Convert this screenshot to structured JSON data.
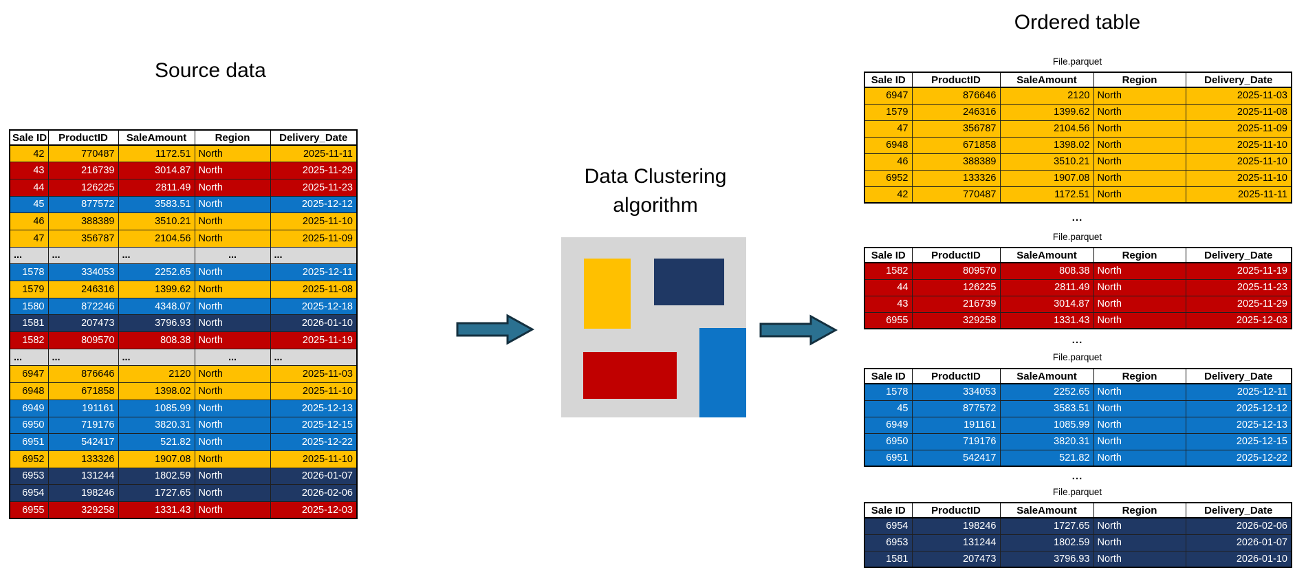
{
  "titles": {
    "source": "Source data",
    "algorithm_line1": "Data Clustering",
    "algorithm_line2": "algorithm",
    "ordered": "Ordered table"
  },
  "columns": [
    "Sale ID",
    "ProductID",
    "SaleAmount",
    "Region",
    "Delivery_Date"
  ],
  "parquet_label": "File.parquet",
  "ellipsis": "...",
  "colors": {
    "yellow": "#FFC000",
    "red": "#C00000",
    "blue": "#0D74C6",
    "blue2": "#0D74C6",
    "navy": "#1F3864",
    "gray": "#D9D9D9",
    "box": "#D6D6D6",
    "arrow_fill": "#2B7191",
    "arrow_stroke": "#14303F"
  },
  "source_table": {
    "rows": [
      {
        "c": "yellow",
        "cells": [
          "42",
          "770487",
          "1172.51",
          "North",
          "2025-11-11"
        ]
      },
      {
        "c": "red",
        "cells": [
          "43",
          "216739",
          "3014.87",
          "North",
          "2025-11-29"
        ]
      },
      {
        "c": "red",
        "cells": [
          "44",
          "126225",
          "2811.49",
          "North",
          "2025-11-23"
        ]
      },
      {
        "c": "blue",
        "cells": [
          "45",
          "877572",
          "3583.51",
          "North",
          "2025-12-12"
        ]
      },
      {
        "c": "yellow",
        "cells": [
          "46",
          "388389",
          "3510.21",
          "North",
          "2025-11-10"
        ]
      },
      {
        "c": "yellow",
        "cells": [
          "47",
          "356787",
          "2104.56",
          "North",
          "2025-11-09"
        ]
      },
      {
        "c": "gray",
        "cells": [
          "...",
          "...",
          "...",
          "...",
          "..."
        ]
      },
      {
        "c": "blue",
        "cells": [
          "1578",
          "334053",
          "2252.65",
          "North",
          "2025-12-11"
        ]
      },
      {
        "c": "yellow",
        "cells": [
          "1579",
          "246316",
          "1399.62",
          "North",
          "2025-11-08"
        ]
      },
      {
        "c": "blue",
        "cells": [
          "1580",
          "872246",
          "4348.07",
          "North",
          "2025-12-18"
        ]
      },
      {
        "c": "navy",
        "cells": [
          "1581",
          "207473",
          "3796.93",
          "North",
          "2026-01-10"
        ]
      },
      {
        "c": "red",
        "cells": [
          "1582",
          "809570",
          "808.38",
          "North",
          "2025-11-19"
        ]
      },
      {
        "c": "gray",
        "cells": [
          "...",
          "...",
          "...",
          "...",
          "..."
        ]
      },
      {
        "c": "yellow",
        "cells": [
          "6947",
          "876646",
          "2120",
          "North",
          "2025-11-03"
        ]
      },
      {
        "c": "yellow",
        "cells": [
          "6948",
          "671858",
          "1398.02",
          "North",
          "2025-11-10"
        ]
      },
      {
        "c": "blue",
        "cells": [
          "6949",
          "191161",
          "1085.99",
          "North",
          "2025-12-13"
        ]
      },
      {
        "c": "blue",
        "cells": [
          "6950",
          "719176",
          "3820.31",
          "North",
          "2025-12-15"
        ]
      },
      {
        "c": "blue",
        "cells": [
          "6951",
          "542417",
          "521.82",
          "North",
          "2025-12-22"
        ]
      },
      {
        "c": "yellow",
        "cells": [
          "6952",
          "133326",
          "1907.08",
          "North",
          "2025-11-10"
        ]
      },
      {
        "c": "navy",
        "cells": [
          "6953",
          "131244",
          "1802.59",
          "North",
          "2026-01-07"
        ]
      },
      {
        "c": "navy",
        "cells": [
          "6954",
          "198246",
          "1727.65",
          "North",
          "2026-02-06"
        ]
      },
      {
        "c": "red",
        "cells": [
          "6955",
          "329258",
          "1331.43",
          "North",
          "2025-12-03"
        ]
      }
    ]
  },
  "ordered_tables": [
    {
      "label": "File.parquet",
      "color": "yellow",
      "rows": [
        [
          "6947",
          "876646",
          "2120",
          "North",
          "2025-11-03"
        ],
        [
          "1579",
          "246316",
          "1399.62",
          "North",
          "2025-11-08"
        ],
        [
          "47",
          "356787",
          "2104.56",
          "North",
          "2025-11-09"
        ],
        [
          "6948",
          "671858",
          "1398.02",
          "North",
          "2025-11-10"
        ],
        [
          "46",
          "388389",
          "3510.21",
          "North",
          "2025-11-10"
        ],
        [
          "6952",
          "133326",
          "1907.08",
          "North",
          "2025-11-10"
        ],
        [
          "42",
          "770487",
          "1172.51",
          "North",
          "2025-11-11"
        ]
      ]
    },
    {
      "label": "File.parquet",
      "color": "red",
      "rows": [
        [
          "1582",
          "809570",
          "808.38",
          "North",
          "2025-11-19"
        ],
        [
          "44",
          "126225",
          "2811.49",
          "North",
          "2025-11-23"
        ],
        [
          "43",
          "216739",
          "3014.87",
          "North",
          "2025-11-29"
        ],
        [
          "6955",
          "329258",
          "1331.43",
          "North",
          "2025-12-03"
        ]
      ]
    },
    {
      "label": "File.parquet",
      "color": "blue",
      "rows": [
        [
          "1578",
          "334053",
          "2252.65",
          "North",
          "2025-12-11"
        ],
        [
          "45",
          "877572",
          "3583.51",
          "North",
          "2025-12-12"
        ],
        [
          "6949",
          "191161",
          "1085.99",
          "North",
          "2025-12-13"
        ],
        [
          "6950",
          "719176",
          "3820.31",
          "North",
          "2025-12-15"
        ],
        [
          "6951",
          "542417",
          "521.82",
          "North",
          "2025-12-22"
        ]
      ]
    },
    {
      "label": "File.parquet",
      "color": "navy",
      "rows": [
        [
          "6954",
          "198246",
          "1727.65",
          "North",
          "2026-02-06"
        ],
        [
          "6953",
          "131244",
          "1802.59",
          "North",
          "2026-01-07"
        ],
        [
          "1581",
          "207473",
          "3796.93",
          "North",
          "2026-01-10"
        ]
      ]
    }
  ]
}
